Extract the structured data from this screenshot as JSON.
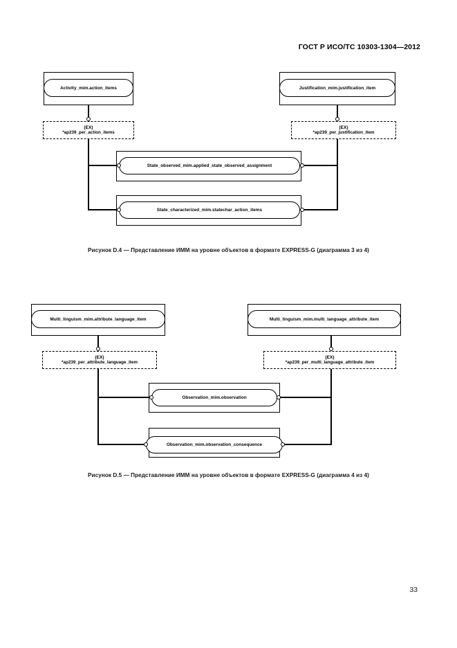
{
  "document": {
    "header": "ГОСТ Р ИСО/ТС 10303-1304—2012",
    "page_number": "33"
  },
  "figures": [
    {
      "id": "D.4",
      "caption": "Рисунок  D.4 — Представление ИММ на уровне объектов в формате EXPRESS-G (диаграмма 3 из 4)",
      "nodes": {
        "top_left_oval": "Activity_mim.action_items",
        "top_right_oval": "Justification_mim.justification_item",
        "left_ex_tag": "(EX)",
        "left_ex_name": "*ap239_per_action_items",
        "right_ex_tag": "(EX)",
        "right_ex_name": "*ap239_per_justification_item",
        "middle_upper_oval": "State_observed_mim.applied_state_observed_assignment",
        "middle_lower_oval": "State_characterized_mim.statechar_action_items"
      }
    },
    {
      "id": "D.5",
      "caption": "Рисунок  D.5 — Представление ИММ на уровне объектов в формате EXPRESS-G (диаграмма 4 из 4)",
      "nodes": {
        "top_left_oval": "Multi_linguism_mim.attribute_language_item",
        "top_right_oval": "Multi_linguism_mim.multi_language_attribute_item",
        "left_ex_tag": "(EX)",
        "left_ex_name": "*ap239_per_attribute_language_item",
        "right_ex_tag": "(EX)",
        "right_ex_name": "*ap239_per_multi_language_attribute_item",
        "middle_upper_oval": "Observation_mim.observation",
        "middle_lower_oval": "Observation_mim.observation_consequence"
      }
    }
  ]
}
